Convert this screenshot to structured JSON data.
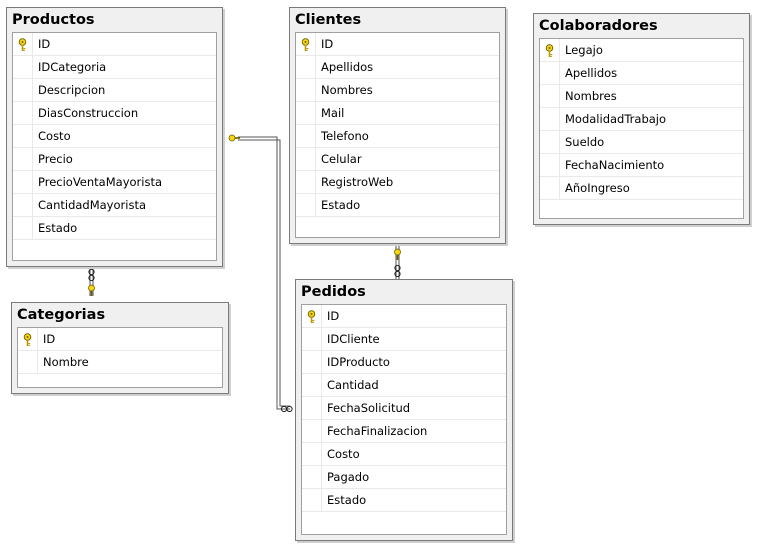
{
  "colors": {
    "key_fill": "#f7d70a",
    "key_stroke": "#6b5a00",
    "line": "#555555",
    "header_bg": "#f0f0f0"
  },
  "tables": {
    "productos": {
      "title": "Productos",
      "columns": [
        "ID",
        "IDCategoria",
        "Descripcion",
        "DiasConstruccion",
        "Costo",
        "Precio",
        "PrecioVentaMayorista",
        "CantidadMayorista",
        "Estado"
      ],
      "primary_key": "ID"
    },
    "clientes": {
      "title": "Clientes",
      "columns": [
        "ID",
        "Apellidos",
        "Nombres",
        "Mail",
        "Telefono",
        "Celular",
        "RegistroWeb",
        "Estado"
      ],
      "primary_key": "ID"
    },
    "colaboradores": {
      "title": "Colaboradores",
      "columns": [
        "Legajo",
        "Apellidos",
        "Nombres",
        "ModalidadTrabajo",
        "Sueldo",
        "FechaNacimiento",
        "AñoIngreso"
      ],
      "primary_key": "Legajo"
    },
    "categorias": {
      "title": "Categorias",
      "columns": [
        "ID",
        "Nombre"
      ],
      "primary_key": "ID"
    },
    "pedidos": {
      "title": "Pedidos",
      "columns": [
        "ID",
        "IDCliente",
        "IDProducto",
        "Cantidad",
        "FechaSolicitud",
        "FechaFinalizacion",
        "Costo",
        "Pagado",
        "Estado"
      ],
      "primary_key": "ID"
    }
  },
  "relationships": [
    {
      "one": "Categorias",
      "many": "Productos",
      "icon_one": "key-icon",
      "icon_many": "infinity-icon"
    },
    {
      "one": "Productos",
      "many": "Pedidos",
      "icon_one": "key-icon",
      "icon_many": "infinity-icon"
    },
    {
      "one": "Clientes",
      "many": "Pedidos",
      "icon_one": "key-icon",
      "icon_many": "infinity-icon"
    }
  ]
}
